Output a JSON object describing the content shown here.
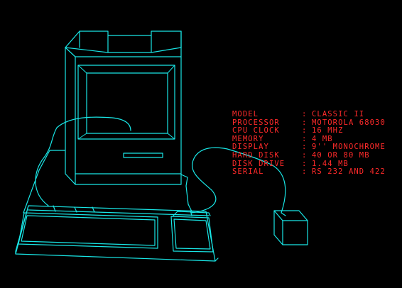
{
  "colors": {
    "background": "#000000",
    "wireframe": "#19e6e6",
    "spec_text": "#ff2a2a"
  },
  "specs": [
    {
      "label": "MODEL",
      "sep": ":",
      "value": "CLASSIC II"
    },
    {
      "label": "PROCESSOR",
      "sep": ":",
      "value": "MOTOROLA 68030"
    },
    {
      "label": "CPU CLOCK",
      "sep": ":",
      "value": "16 MHZ"
    },
    {
      "label": "MEMORY",
      "sep": ":",
      "value": "4 MB"
    },
    {
      "label": "DISPLAY",
      "sep": ":",
      "value": "9'' MONOCHROME"
    },
    {
      "label": "HARD DISK",
      "sep": ":",
      "value": "40 OR 80 MB"
    },
    {
      "label": "DISK DRIVE",
      "sep": ":",
      "value": "1.44 MB"
    },
    {
      "label": "SERIAL",
      "sep": ":",
      "value": "RS 232 AND 422"
    }
  ]
}
